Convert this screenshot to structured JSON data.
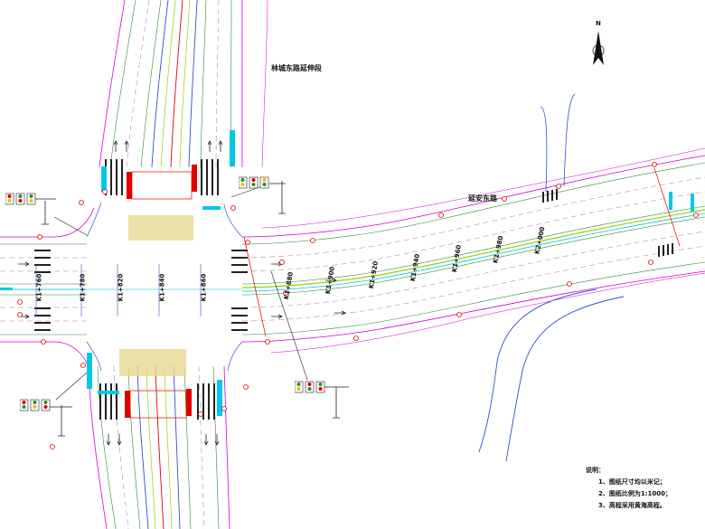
{
  "labels": {
    "north_road": "林城东路延伸段",
    "east_road": "延安东路",
    "north_mark": "N"
  },
  "notes": {
    "title": "说明：",
    "items": [
      "1、图纸尺寸均以米记；",
      "2、图纸比例为1:1000；",
      "3、高程采用黄海高程。"
    ]
  },
  "stations": [
    "K1+760",
    "K1+780",
    "K1+820",
    "K1+840",
    "K1+860",
    "K1+880",
    "K1+900",
    "K1+920",
    "K1+940",
    "K1+960",
    "K1+980",
    "K2+000"
  ],
  "colors": {
    "magenta": "#d400d4",
    "green": "#2e8b2e",
    "lime": "#9ad000",
    "cyan": "#00c8e6",
    "red": "#e00000",
    "blue": "#3050c8",
    "yellow": "#e8d890",
    "black": "#222222"
  }
}
